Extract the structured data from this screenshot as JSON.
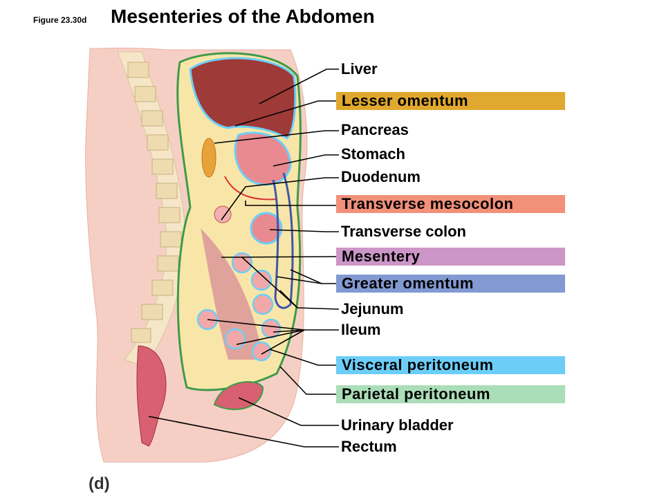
{
  "figure_number": "Figure 23.30d",
  "title": "Mesenteries of the Abdomen",
  "panel_label": "(d)",
  "labels": {
    "liver": "Liver",
    "lesser_omentum": "Lesser omentum",
    "pancreas": "Pancreas",
    "stomach": "Stomach",
    "duodenum": "Duodenum",
    "transverse_mesocolon": "Transverse mesocolon",
    "transverse_colon": "Transverse colon",
    "mesentery": "Mesentery",
    "greater_omentum": "Greater omentum",
    "jejunum": "Jejunum",
    "ileum": "Ileum",
    "visceral_peritoneum": "Visceral peritoneum",
    "parietal_peritoneum": "Parietal peritoneum",
    "urinary_bladder": "Urinary bladder",
    "rectum": "Rectum"
  },
  "colors": {
    "lesser_omentum": "#E0A82E",
    "transverse_mesocolon": "#F2907A",
    "mesentery": "#CC96C8",
    "greater_omentum": "#8299D2",
    "visceral_peritoneum": "#6CCEF8",
    "parietal_peritoneum": "#AADDB8"
  }
}
